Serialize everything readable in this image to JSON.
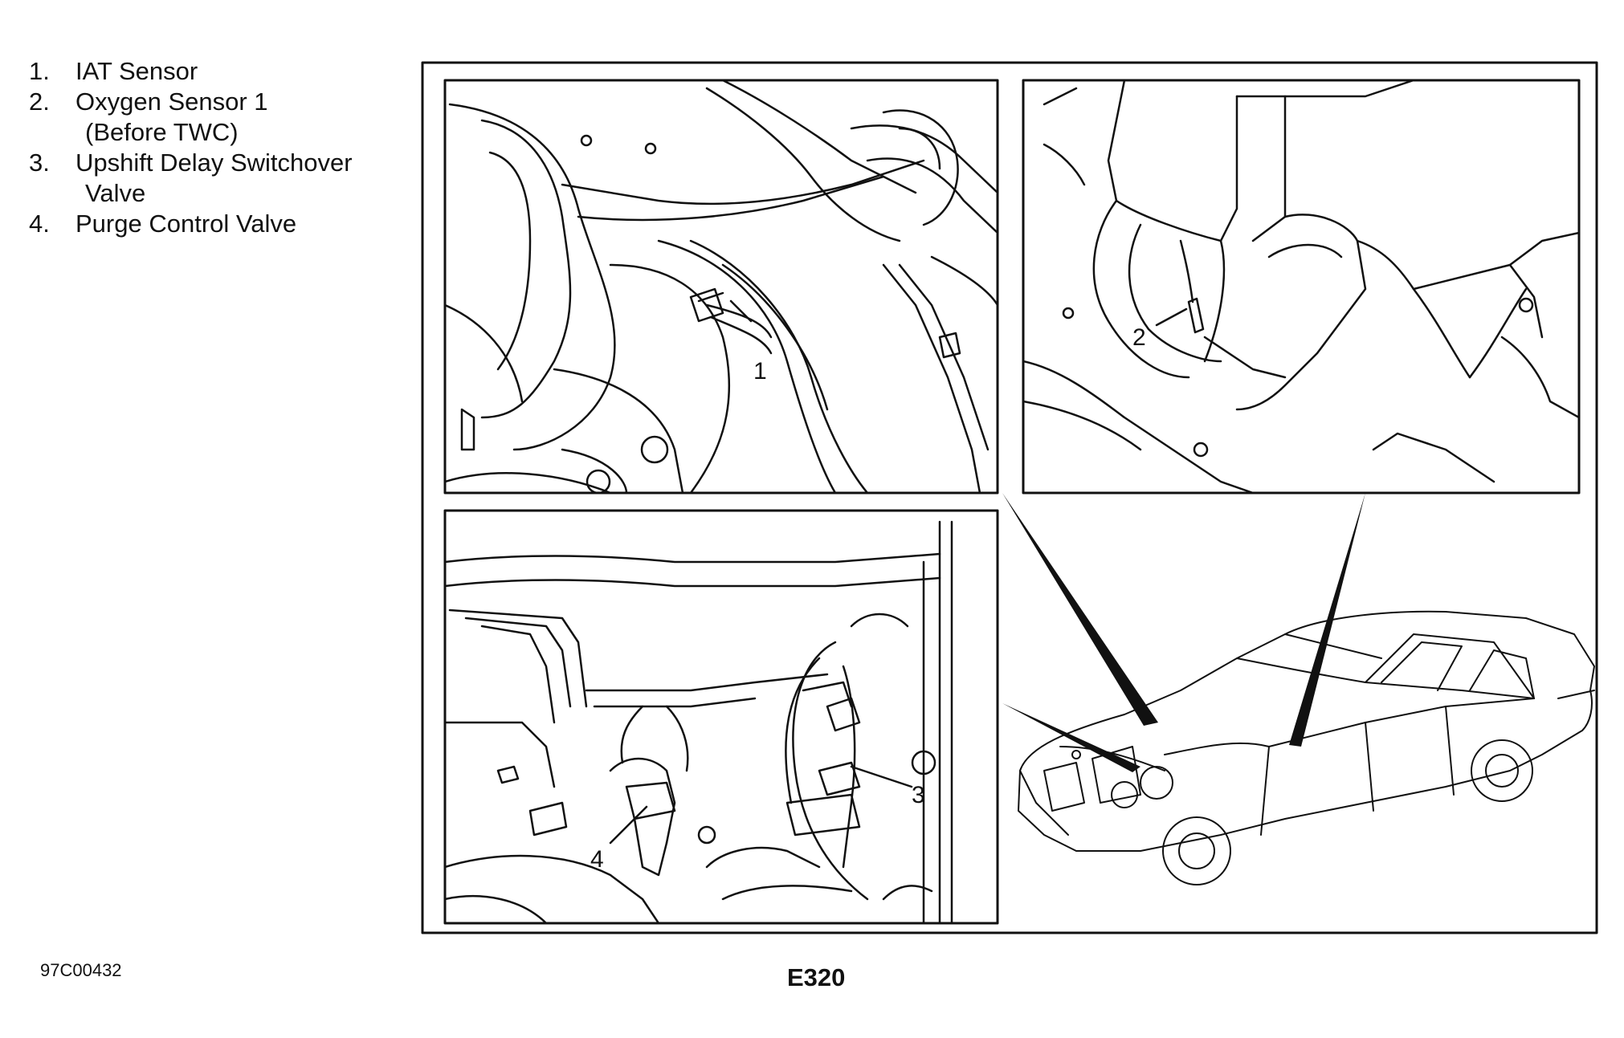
{
  "legend": [
    {
      "num": "1.",
      "lines": [
        "IAT Sensor"
      ]
    },
    {
      "num": "2.",
      "lines": [
        "Oxygen Sensor 1",
        "(Before TWC)"
      ]
    },
    {
      "num": "3.",
      "lines": [
        "Upshift Delay Switchover",
        "Valve"
      ]
    },
    {
      "num": "4.",
      "lines": [
        "Purge Control Valve"
      ]
    }
  ],
  "callouts": {
    "c1": "1",
    "c2": "2",
    "c3": "3",
    "c4": "4"
  },
  "figure_id": "97C00432",
  "model_label": "E320",
  "colors": {
    "line": "#111111",
    "background": "#ffffff"
  }
}
